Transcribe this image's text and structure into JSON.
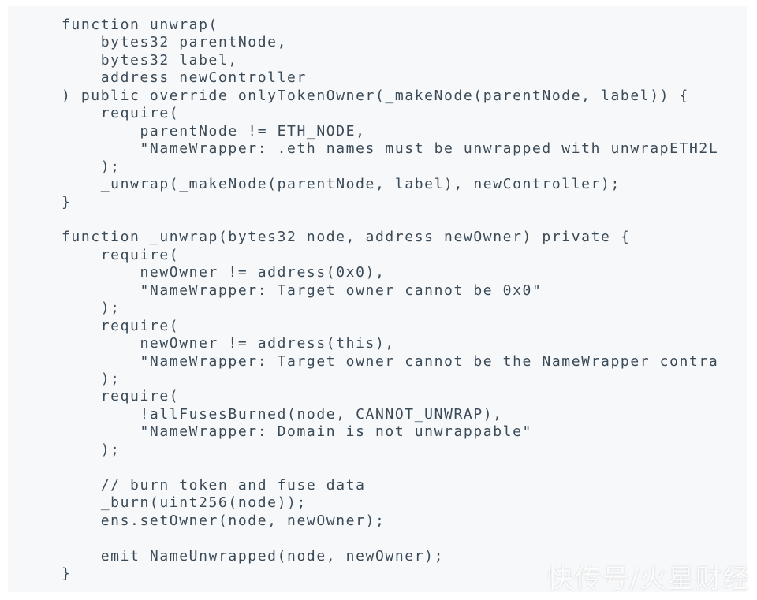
{
  "code_view": {
    "lines": [
      "function unwrap(",
      "    bytes32 parentNode,",
      "    bytes32 label,",
      "    address newController",
      ") public override onlyTokenOwner(_makeNode(parentNode, label)) {",
      "    require(",
      "        parentNode != ETH_NODE,",
      "        \"NameWrapper: .eth names must be unwrapped with unwrapETH2L",
      "    );",
      "    _unwrap(_makeNode(parentNode, label), newController);",
      "}",
      "",
      "function _unwrap(bytes32 node, address newOwner) private {",
      "    require(",
      "        newOwner != address(0x0),",
      "        \"NameWrapper: Target owner cannot be 0x0\"",
      "    );",
      "    require(",
      "        newOwner != address(this),",
      "        \"NameWrapper: Target owner cannot be the NameWrapper contra",
      "    );",
      "    require(",
      "        !allFusesBurned(node, CANNOT_UNWRAP),",
      "        \"NameWrapper: Domain is not unwrappable\"",
      "    );",
      "",
      "    // burn token and fuse data",
      "    _burn(uint256(node));",
      "    ens.setOwner(node, newOwner);",
      "",
      "    emit NameUnwrapped(node, newOwner);",
      "}"
    ]
  },
  "watermark": {
    "text": "快传号/火星财经"
  },
  "colors": {
    "panel_background": "#f6f8fa",
    "code_text": "#3b4a57"
  }
}
